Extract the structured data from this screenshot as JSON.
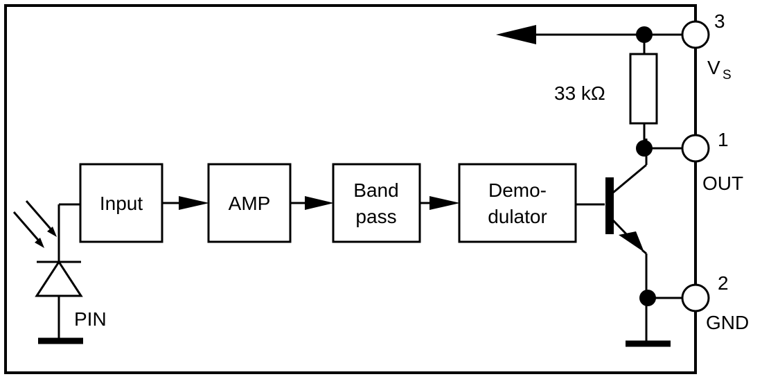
{
  "blocks": {
    "input": "Input",
    "amp": "AMP",
    "bandpass_line1": "Band",
    "bandpass_line2": "pass",
    "demod_line1": "Demo-",
    "demod_line2": "dulator"
  },
  "pins": {
    "vs_number": "3",
    "vs_label": "V",
    "vs_subscript": "S",
    "out_number": "1",
    "out_label": "OUT",
    "gnd_number": "2",
    "gnd_label": "GND"
  },
  "components": {
    "resistor_value": "33 kΩ",
    "photodiode_label": "PIN"
  }
}
